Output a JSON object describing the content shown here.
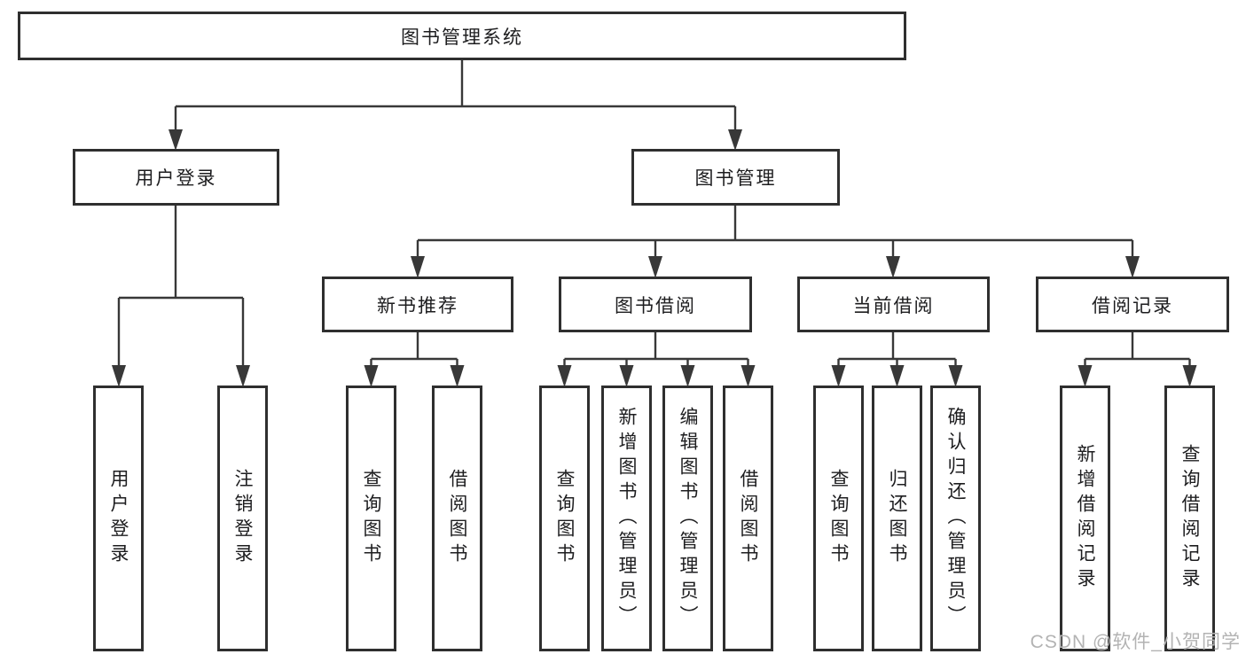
{
  "diagram_title": "图书管理系统",
  "level2": {
    "user_login": "用户登录",
    "book_management": "图书管理"
  },
  "level3": {
    "new_book_recommend": "新书推荐",
    "book_borrowing": "图书借阅",
    "current_borrowing": "当前借阅",
    "borrowing_records": "借阅记录"
  },
  "leaves": {
    "user_login": "用户登录",
    "logout": "注销登录",
    "nbr_query_book": "查询图书",
    "nbr_borrow_book": "借阅图书",
    "bb_query_book": "查询图书",
    "bb_add_book": "新增图书（管理员）",
    "bb_edit_book": "编辑图书（管理员）",
    "bb_borrow_book": "借阅图书",
    "cb_query_book": "查询图书",
    "cb_return_book": "归还图书",
    "cb_confirm_return": "确认归还（管理员）",
    "br_add_record": "新增借阅记录",
    "br_query_record": "查询借阅记录"
  },
  "watermark": "CSDN @软件_小贺同学",
  "colors": {
    "line": "#383838",
    "box_border": "#2f2f2f",
    "text": "#1d1d1f",
    "watermark": "#b3b3b3",
    "background": "#ffffff"
  }
}
